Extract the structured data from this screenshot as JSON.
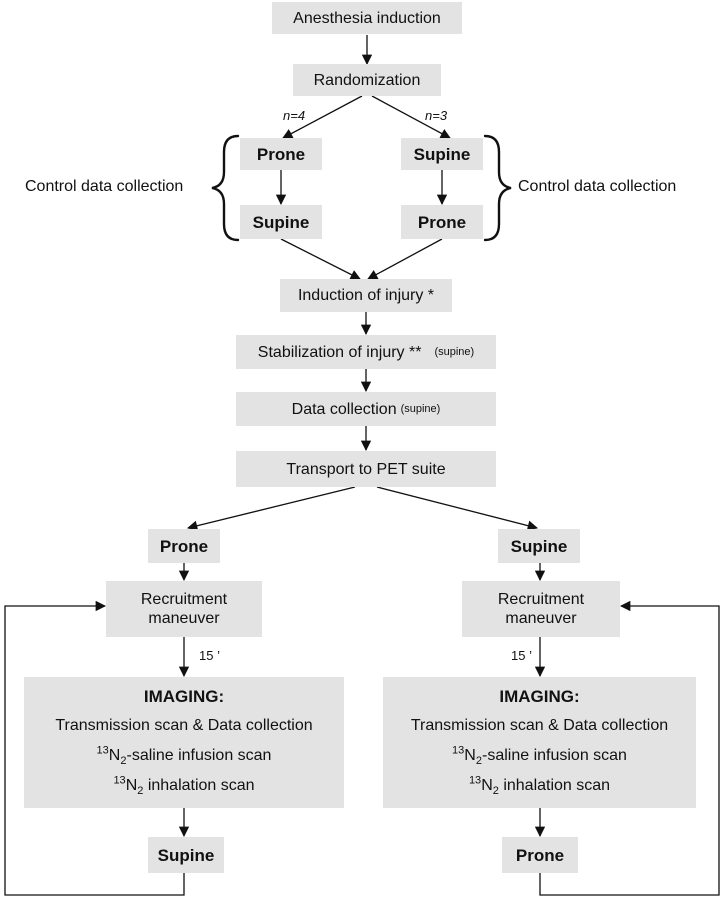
{
  "nodes": {
    "anesthesia": "Anesthesia induction",
    "randomization": "Randomization",
    "left_branch_n": "n=4",
    "right_branch_n": "n=3",
    "left_first": "Prone",
    "left_second": "Supine",
    "right_first": "Supine",
    "right_second": "Prone",
    "control_left": "Control data collection",
    "control_right": "Control data collection",
    "injury": "Induction of injury *",
    "stabilization": "Stabilization of injury **",
    "stabilization_note": "(supine)",
    "data_collection": "Data collection",
    "data_collection_note": "(supine)",
    "transport": "Transport to PET suite"
  },
  "imaging_arms": {
    "left": {
      "position": "Prone",
      "recruitment_line1": "Recruitment",
      "recruitment_line2": "maneuver",
      "wait": "15 ’",
      "imaging_title": "IMAGING:",
      "transmission": "Transmission scan & Data collection",
      "saline_sup": "13",
      "saline_main": "N",
      "saline_sub": "2",
      "saline_rest": "-saline infusion scan",
      "inhal_sup": "13",
      "inhal_main": "N",
      "inhal_sub": "2",
      "inhal_rest": " inhalation scan",
      "next_position": "Supine"
    },
    "right": {
      "position": "Supine",
      "recruitment_line1": "Recruitment",
      "recruitment_line2": "maneuver",
      "wait": "15 ’",
      "imaging_title": "IMAGING:",
      "transmission": "Transmission scan & Data collection",
      "saline_sup": "13",
      "saline_main": "N",
      "saline_sub": "2",
      "saline_rest": "-saline infusion scan",
      "inhal_sup": "13",
      "inhal_main": "N",
      "inhal_sub": "2",
      "inhal_rest": " inhalation scan",
      "next_position": "Prone"
    }
  },
  "colors": {
    "box_fill": "#e3e3e3",
    "line": "#111111"
  }
}
